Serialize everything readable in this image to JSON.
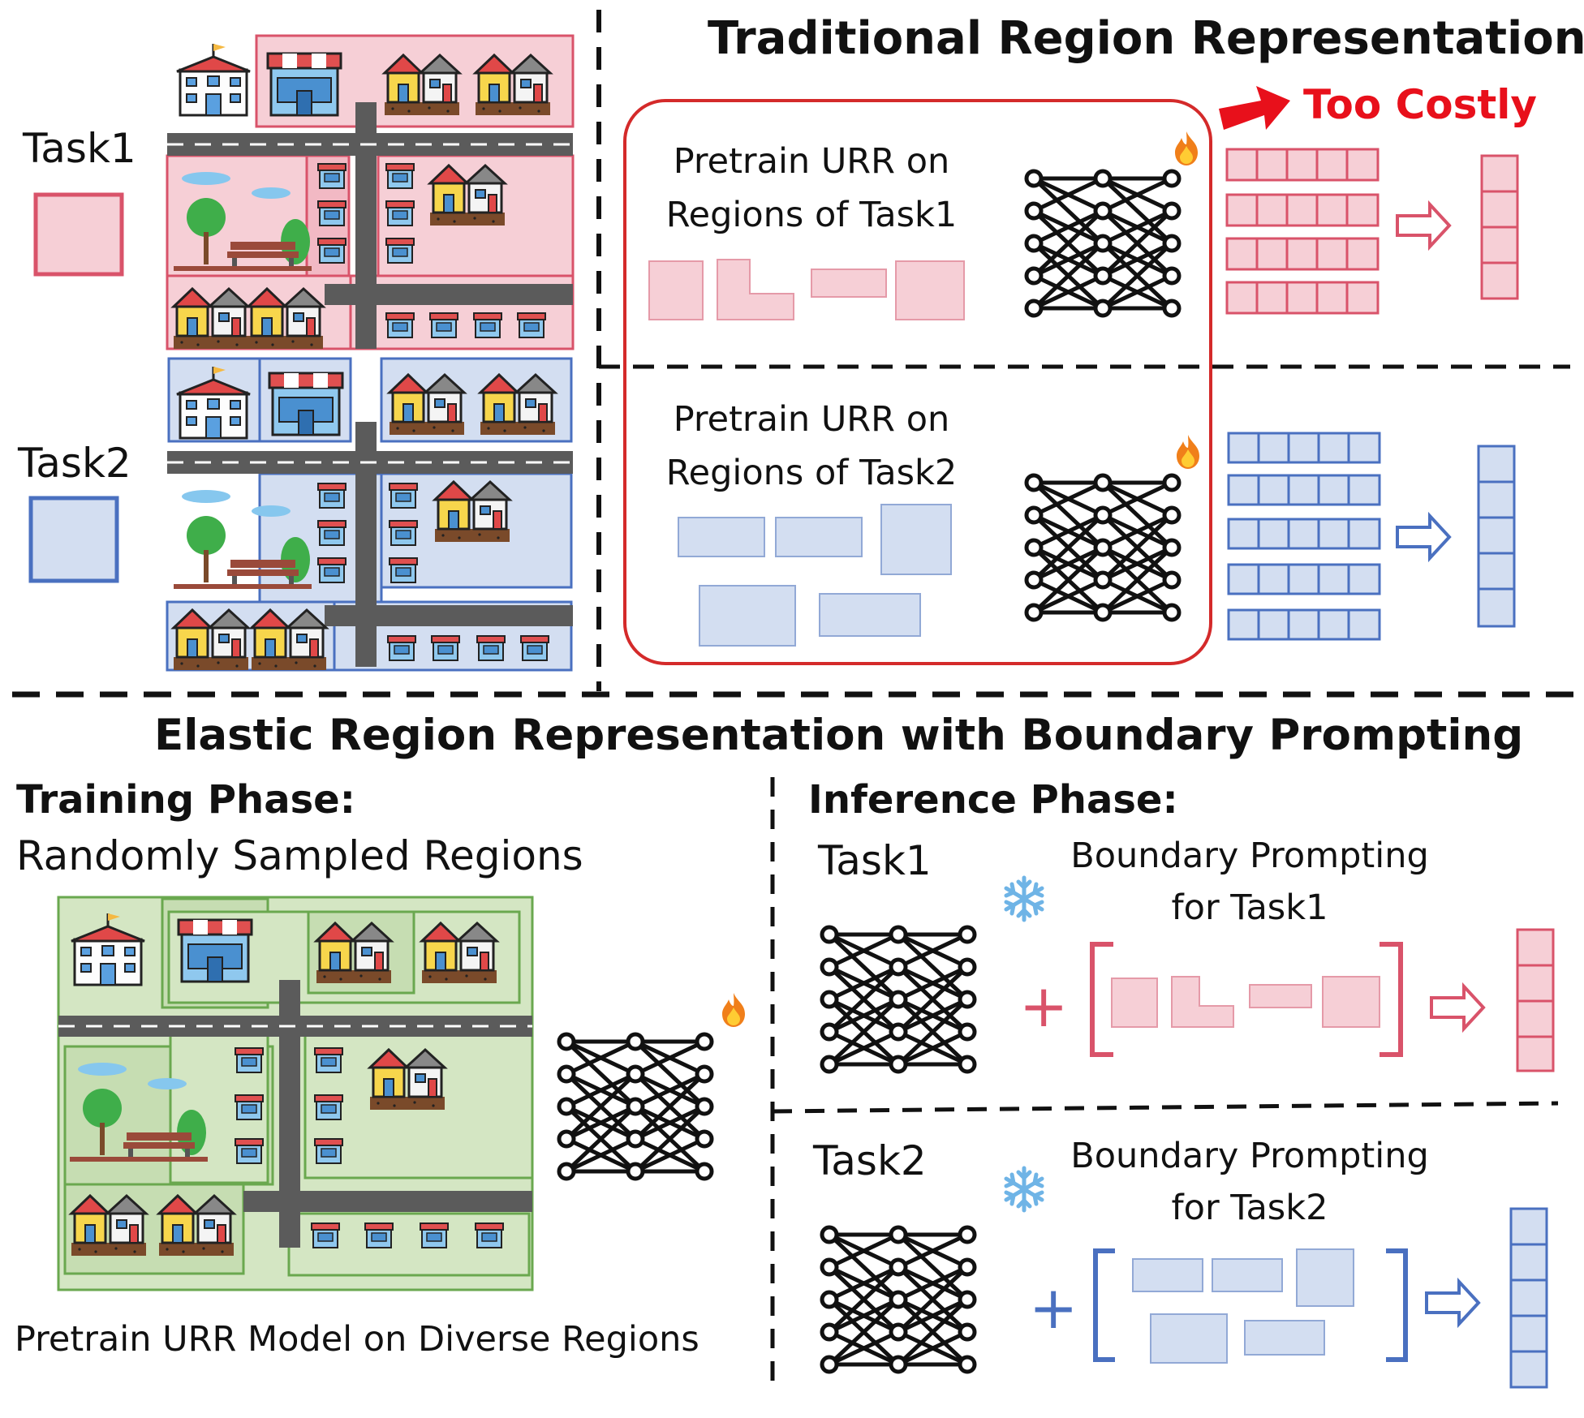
{
  "colors": {
    "task1_fill": "#f6cfd6",
    "task1_stroke": "#d9536a",
    "task2_fill": "#d3def1",
    "task2_stroke": "#4a70c0",
    "train_fill": "#d4e6c3",
    "train_stroke": "#6aa84f",
    "alert_red": "#e8101b",
    "box_red": "#d42a2a",
    "ink": "#111111"
  },
  "icons": {
    "network": "neural-network-icon",
    "fire": "fire-icon",
    "snowflake": "snowflake-icon",
    "school": "school-building-icon",
    "shop": "shop-icon",
    "house": "house-icon",
    "park": "park-icon",
    "arrow": "hollow-arrow-icon"
  },
  "top_left": {
    "task1_label": "Task1",
    "task2_label": "Task2"
  },
  "traditional": {
    "title": "Traditional Region Representation",
    "too_costly": "Too Costly",
    "task1_caption_line1": "Pretrain URR on",
    "task1_caption_line2": "Regions of Task1",
    "task2_caption_line1": "Pretrain URR on",
    "task2_caption_line2": "Regions of Task2"
  },
  "elastic": {
    "title": "Elastic Region Representation with Boundary Prompting",
    "training_title": "Training Phase:",
    "training_subtitle": "Randomly Sampled Regions",
    "training_caption": "Pretrain URR Model on Diverse Regions",
    "inference_title": "Inference Phase:",
    "inf_task1_label": "Task1",
    "inf_task1_prompt_line1": "Boundary Prompting",
    "inf_task1_prompt_line2": "for Task1",
    "inf_task2_label": "Task2",
    "inf_task2_prompt_line1": "Boundary Prompting",
    "inf_task2_prompt_line2": "for Task2",
    "plus": "+"
  }
}
